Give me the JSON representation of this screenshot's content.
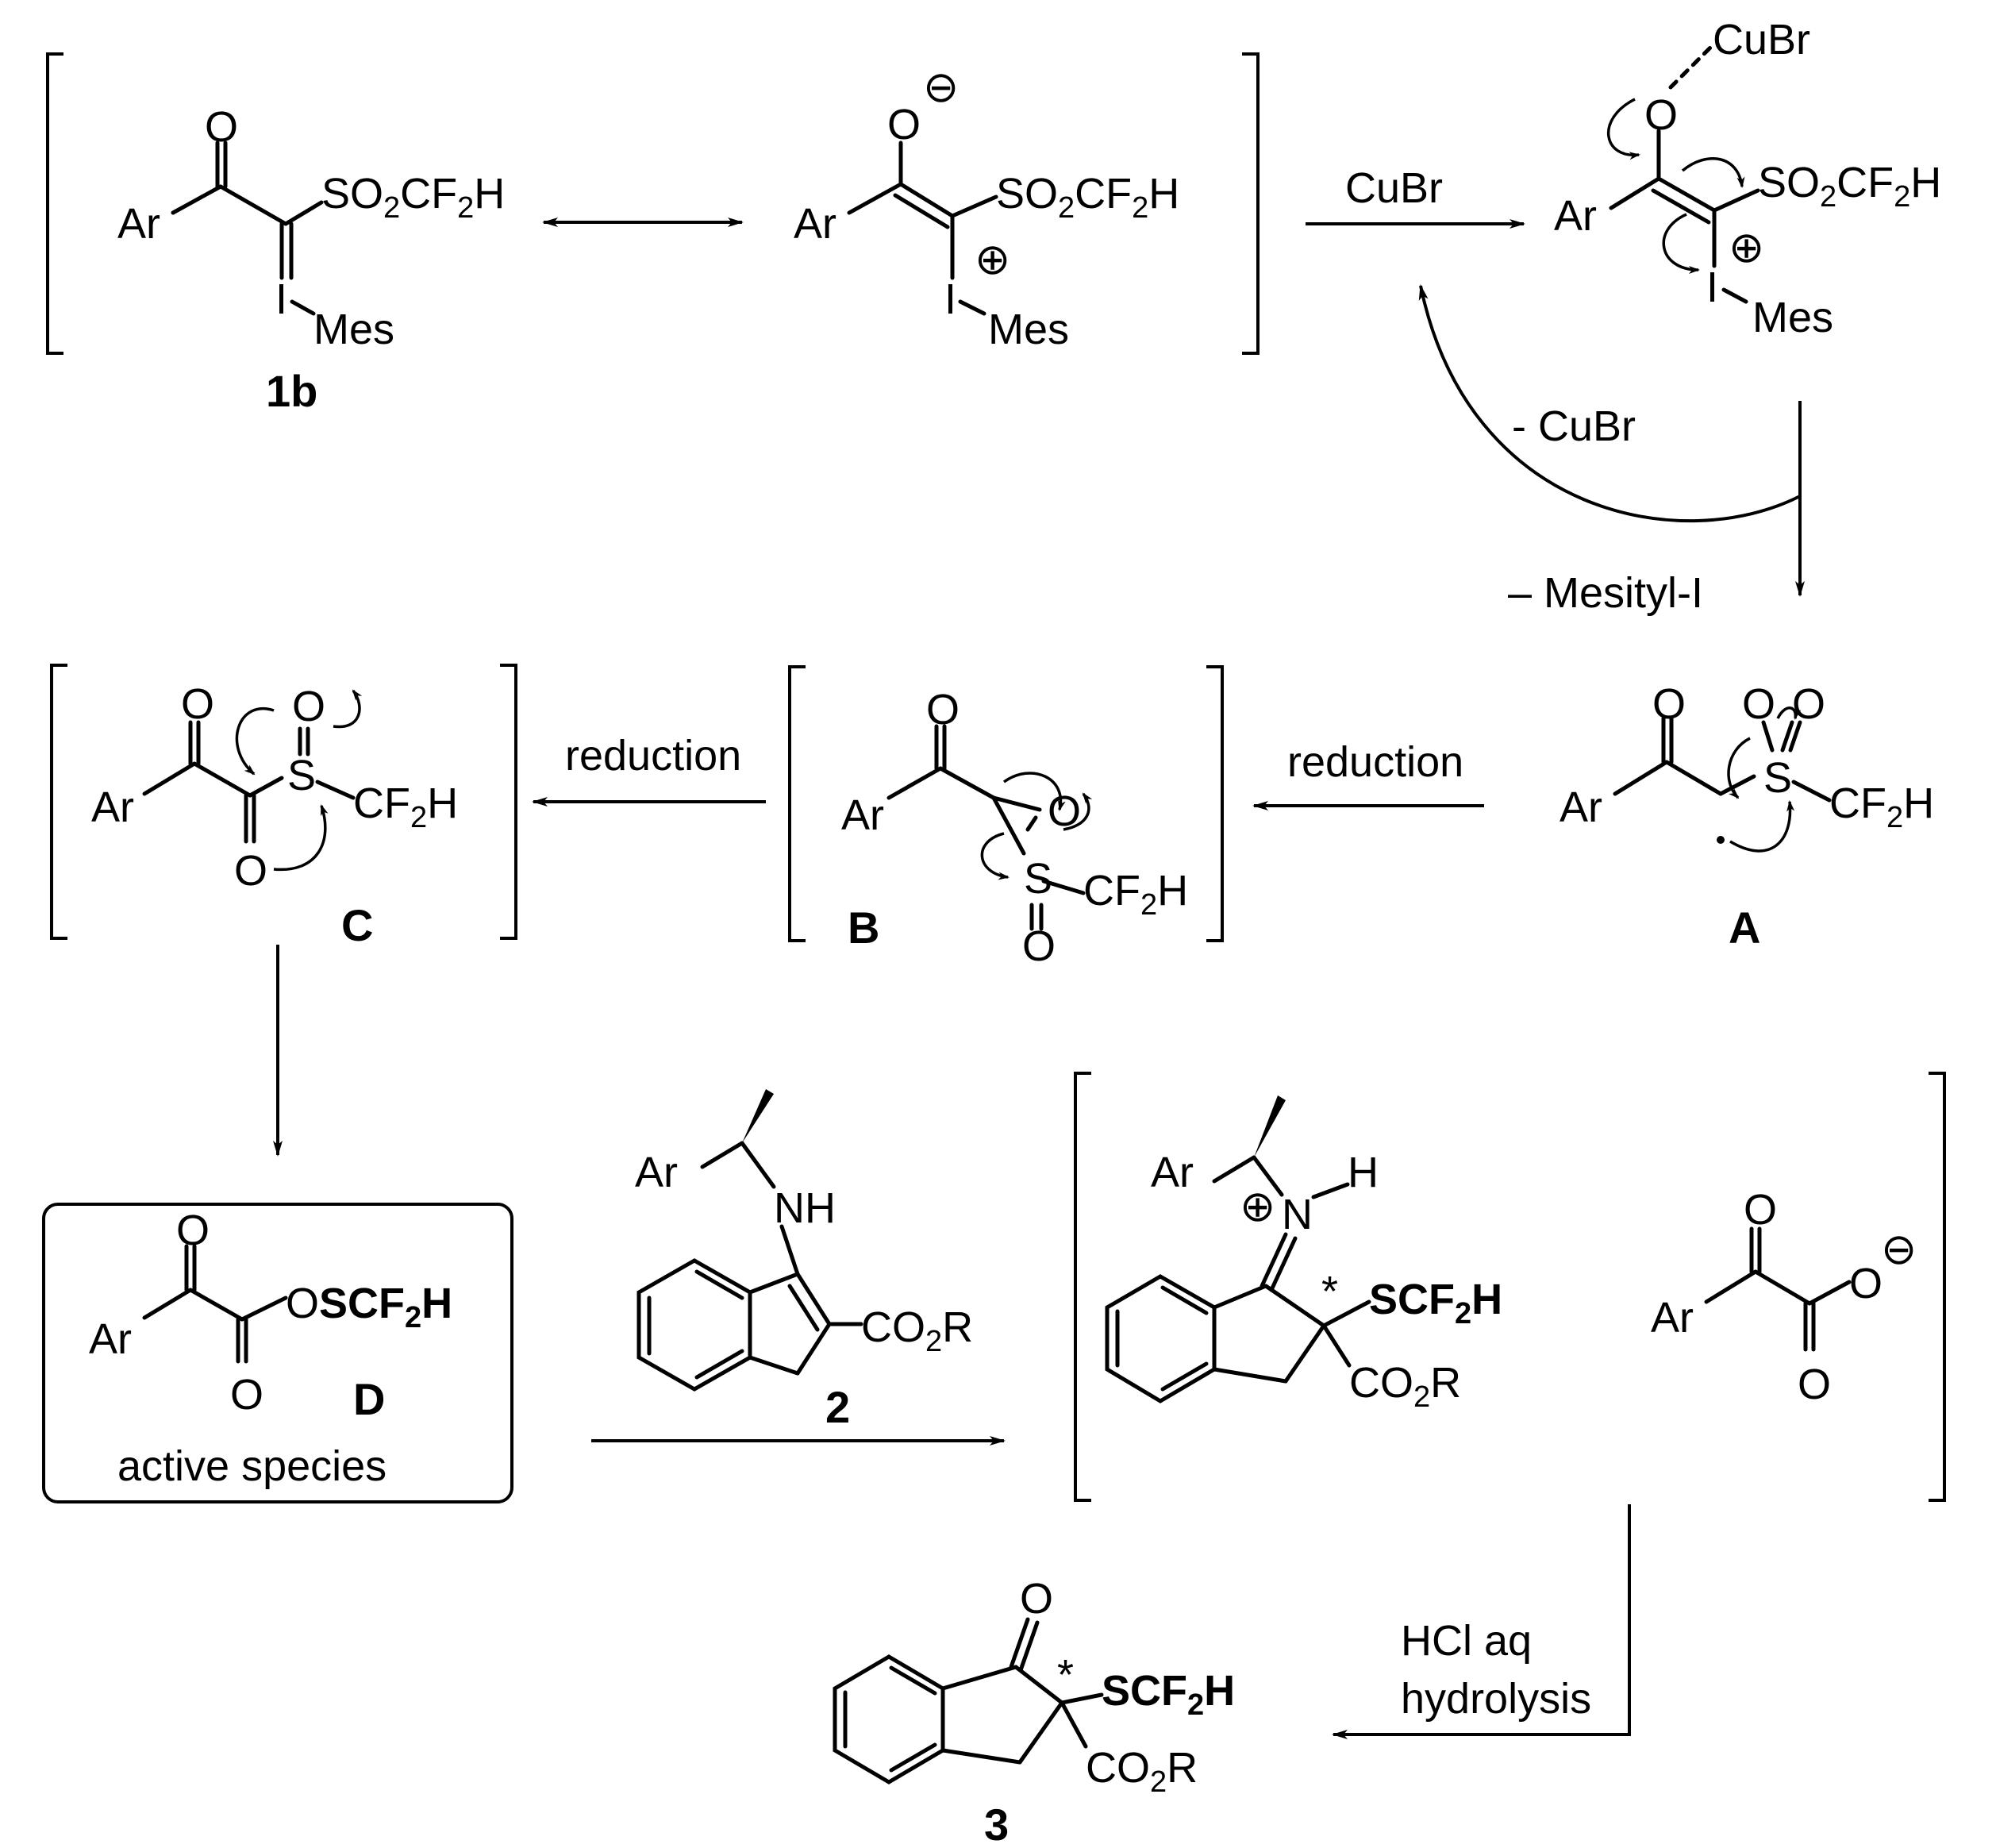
{
  "labels": {
    "ar": "Ar",
    "mes": "Mes",
    "o": "O",
    "i": "I",
    "s": "S",
    "n": "N",
    "h": "H",
    "plus": "⊕",
    "minus": "⊖",
    "star": "*",
    "so2cf2h_main": "SO",
    "so2cf2h_2": "2",
    "so2cf2h_cf": "CF",
    "so2cf2h_f2": "2",
    "so2cf2h_h": "H",
    "cf2h_cf": "CF",
    "cf2h_2": "2",
    "cf2h_h": "H",
    "cubr": "CuBr",
    "nh": "NH",
    "co2r_co": "CO",
    "co2r_2": "2",
    "co2r_r": "R",
    "scf2h_scf": "SCF",
    "scf2h_2": "2",
    "scf2h_h": "H",
    "oscf2h_o": "O",
    "oscf2h_scf": "SCF"
  },
  "compounds": {
    "c1b": "1b",
    "A": "A",
    "B": "B",
    "C": "C",
    "D": "D",
    "c2": "2",
    "c3": "3"
  },
  "conditions": {
    "cubr": "CuBr",
    "minus_cubr": "- CuBr",
    "minus_mesityl": "– Mesityl-I",
    "reduction1": "reduction",
    "reduction2": "reduction",
    "hcl": "HCl aq",
    "hydrolysis": "hydrolysis"
  },
  "box": {
    "active_species": "active species"
  }
}
